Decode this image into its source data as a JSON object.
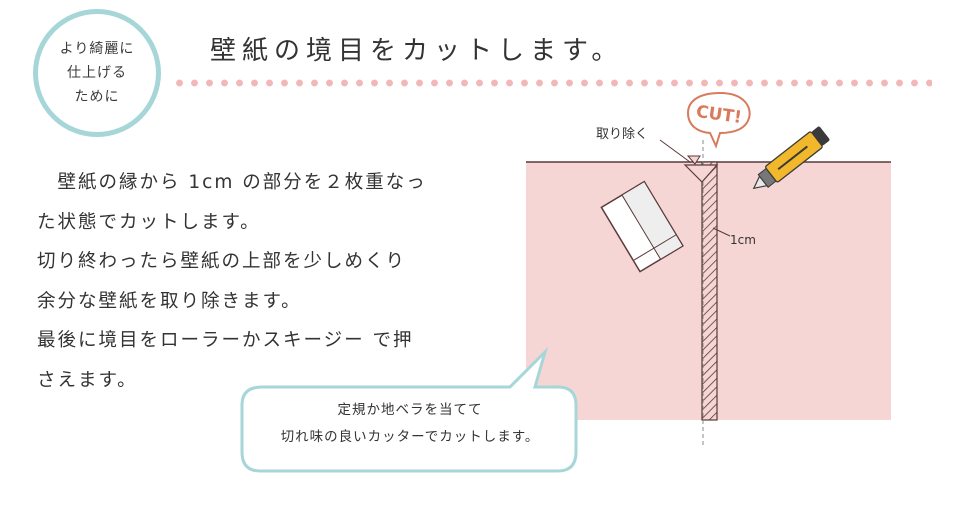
{
  "badge": {
    "lines": [
      "より綺麗に",
      "仕上げる",
      "ために"
    ]
  },
  "heading": "壁紙の境目をカットします。",
  "body_lines": [
    "　壁紙の縁から 1cm の部分を２枚重なっ",
    "た状態でカットします。",
    "切り終わったら壁紙の上部を少しめくり",
    "余分な壁紙を取り除きます。",
    "最後に境目をローラーかスキージー で押",
    "さえます。"
  ],
  "diagram": {
    "cut_label": "CUT!",
    "remove_label": "取り除く",
    "width_label": "1cm",
    "colors": {
      "wallpaper": "#f6d6d4",
      "cut_bubble": "#d97a5c",
      "cutter_body": "#f0b82a",
      "callout_border": "#a6d6d8"
    }
  },
  "callout": {
    "line1": "定規か地ベラを当てて",
    "line2": "切れ味の良いカッターでカットします。"
  }
}
